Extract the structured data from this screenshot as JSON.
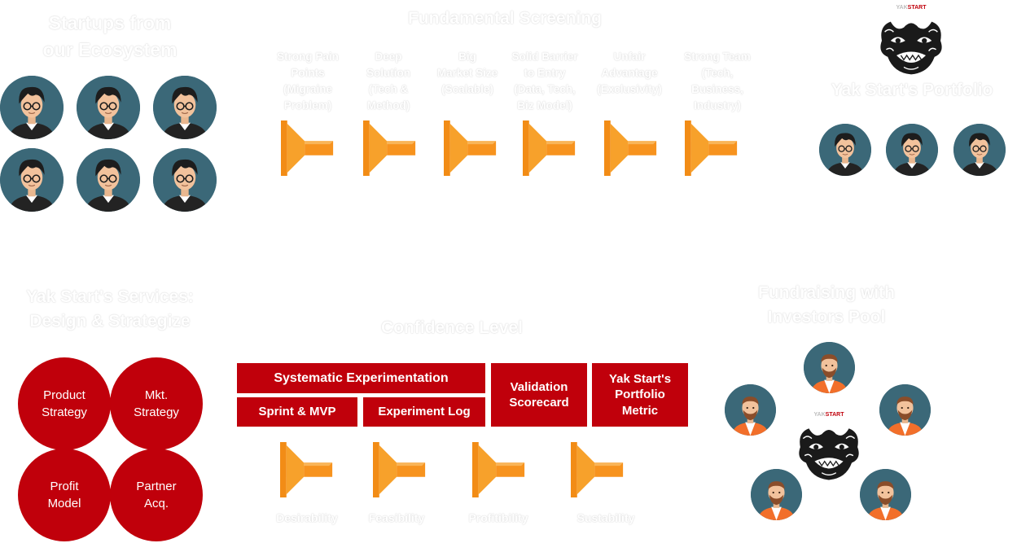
{
  "ecosystem": {
    "title": "Startups from\nour Ecosystem"
  },
  "screening": {
    "title": "Fundamental Screening",
    "criteria": [
      "Strong Pain\nPoints\n(Migraine\nProblem)",
      "Deep\nSolution\n(Tech &\nMethod)",
      "Big\nMarket Size\n(Scalable)",
      "Solid Barrier\nto Entry\n(Data, Tech,\nBiz Model)",
      "Unfair\nAdvantage\n(Exclusivity)",
      "Strong Team\n(Tech,\nBusiness,\nIndustry)"
    ]
  },
  "portfolio": {
    "title": "Yak Start's Portfolio"
  },
  "logo": {
    "brand_prefix": "YAK",
    "brand_suffix": "START"
  },
  "services": {
    "title": "Yak Start's Services:\nDesign & Strategize",
    "items": [
      "Product\nStrategy",
      "Mkt.\nStrategy",
      "Profit\nModel",
      "Partner\nAcq."
    ]
  },
  "confidence": {
    "title": "Confidence Level",
    "boxes": {
      "systematic": "Systematic Experimentation",
      "sprint": "Sprint & MVP",
      "log": "Experiment Log",
      "validation": "Validation\nScorecard",
      "metric": "Yak Start's\nPortfolio\nMetric"
    },
    "stages": [
      "Desirability",
      "Feasibility",
      "Profitibility",
      "Sustability"
    ]
  },
  "fundraising": {
    "title": "Fundraising with\nInvestors Pool"
  },
  "colors": {
    "accent_red": "#c0000b",
    "funnel_orange": "#f7931e",
    "avatar_teal": "#3b6878"
  },
  "icons": {
    "person": "student-avatar-icon",
    "investor": "investor-avatar-icon",
    "funnel": "funnel-icon",
    "logo": "yak-mask-logo"
  }
}
